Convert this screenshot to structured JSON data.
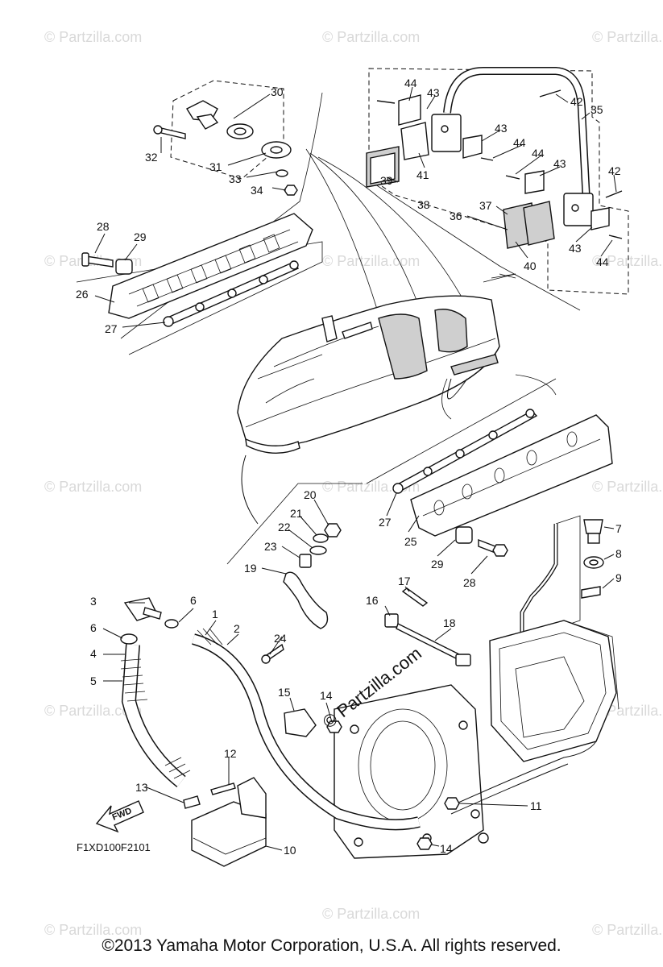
{
  "watermark_text": "© Partzilla.com",
  "center_watermark": "© Partzilla.com",
  "diagram_code": "F1XD100F2101",
  "fwd_label": "FWD",
  "copyright": "©2013  Yamaha Motor Corporation, U.S.A. All rights reserved.",
  "callouts": {
    "c30": "30",
    "c32": "32",
    "c31": "31",
    "c33": "33",
    "c34": "34",
    "c28a": "28",
    "c29a": "29",
    "c26": "26",
    "c27a": "27",
    "c44a": "44",
    "c43a": "43",
    "c42a": "42",
    "c35": "35",
    "c43b": "43",
    "c44b": "44",
    "c44c": "44",
    "c43c": "43",
    "c41": "41",
    "c39": "39",
    "c38": "38",
    "c42b": "42",
    "c37": "37",
    "c36": "36",
    "c40": "40",
    "c43d": "43",
    "c44d": "44",
    "c20": "20",
    "c21": "21",
    "c22": "22",
    "c23": "23",
    "c19": "19",
    "c24": "24",
    "c27b": "27",
    "c25": "25",
    "c29b": "29",
    "c28b": "28",
    "c7": "7",
    "c8": "8",
    "c9": "9",
    "c3": "3",
    "c6a": "6",
    "c1": "1",
    "c2": "2",
    "c6b": "6",
    "c4": "4",
    "c5": "5",
    "c17": "17",
    "c16": "16",
    "c18": "18",
    "c15": "15",
    "c14a": "14",
    "c12": "12",
    "c13": "13",
    "c11": "11",
    "c10": "10",
    "c14b": "14"
  }
}
